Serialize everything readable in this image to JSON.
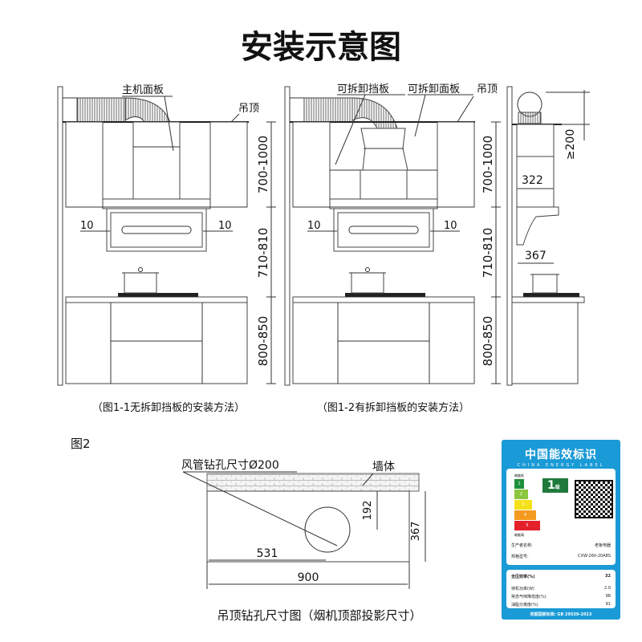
{
  "title": "安装示意图",
  "fig1": {
    "labels": {
      "main_panel": "主机面板",
      "ceiling": "吊顶",
      "removable_baffle": "可拆卸挡板",
      "removable_panel": "可拆卸面板"
    },
    "dims": {
      "upper": "700-1000",
      "middle": "710-810",
      "lower": "800-850",
      "gap": "10",
      "side_top": "≥200",
      "side_depth1": "322",
      "side_depth2": "367"
    },
    "caption1": "（图1-1无拆卸挡板的安装方法）",
    "caption2": "（图1-2有拆卸挡板的安装方法）"
  },
  "fig2": {
    "label": "图2",
    "duct_hole": "风管钻孔尺寸Ø200",
    "wall": "墙体",
    "dim_192": "192",
    "dim_367": "367",
    "dim_531": "531",
    "dim_900": "900",
    "caption": "吊顶钻孔尺寸图（烟机顶部投影尺寸）"
  },
  "energy_label": {
    "title": "中国能效标识",
    "subtitle": "CHINA ENERGY LABEL",
    "low": "耗能低",
    "high": "耗能高",
    "grades": [
      "1",
      "2",
      "3",
      "4",
      "5"
    ],
    "grade_colors": [
      "#1e8f3c",
      "#8cc63e",
      "#f5e11a",
      "#f39a1f",
      "#e4202b"
    ],
    "grade": "1",
    "grade_suffix": "级",
    "maker_label": "生产者名称:",
    "maker": "老板电器",
    "model_label": "规格型号:",
    "model": "CXW-260-20A8S",
    "efficiency_label": "全压效率(%)",
    "efficiency": "32",
    "standby_label": "待机功率(W)",
    "standby": "2.0",
    "capture_label": "常态气味降低度(%)",
    "capture": "98",
    "separation_label": "油脂分离度(%)",
    "separation": "91",
    "standard": "依据国家标准: GB 29539-2013",
    "accent": "#1a9ad6"
  }
}
